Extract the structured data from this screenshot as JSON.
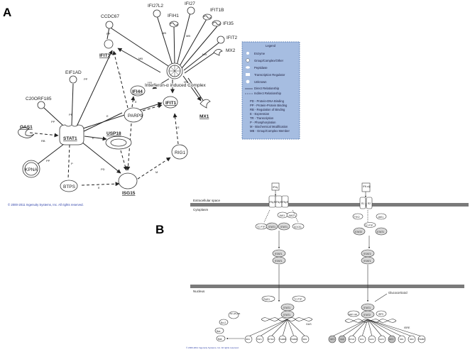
{
  "panels": {
    "a": "A",
    "b": "B"
  },
  "panel_a": {
    "nodes": {
      "ccdc67": "CCDC67",
      "ifi27l2": "IFI27L2",
      "ifi27": "IFI27",
      "ifih1": "IFIH1",
      "ifit1b": "IFIT1B",
      "ifi35": "IFI35",
      "ifit2": "IFIT2",
      "mx2": "MX2",
      "ifit3": "IFIT3",
      "interferon_complex": "Interferon-α induced Complex",
      "eif1ad": "EIF1AD",
      "ifi44": "IFI44",
      "ifit1": "IFIT1",
      "mx1": "MX1",
      "c20orf185": "C20ORF185",
      "oas1": "OAS1",
      "parp9": "PARP9",
      "usp18": "USP18",
      "stat1": "STAT1",
      "kpna": "KPNA",
      "btps": "BTPS",
      "isg15": "ISG15",
      "rig1": "RIG1"
    },
    "edge_labels": {
      "pp": "PP",
      "mb": "MB",
      "e": "E",
      "m": "M",
      "pd": "PD",
      "p": "P",
      "rb": "RB",
      "stat1_multi": "PP, RB, TR"
    },
    "legend": {
      "title": "Legend",
      "items": [
        "Enzyme",
        "Group/Complex/Other",
        "Peptidase",
        "Transcription Regulator",
        "Unknown",
        "Direct Relationship",
        "Indirect Relationship"
      ],
      "abbreviations": [
        "PD - Protein-DNA Binding",
        "PP - Protein-Protein Binding",
        "RB - Regulation of Binding",
        "E - Expression",
        "TR - Transcription",
        "P - Phosphorylation",
        "M - Biochemical Modification",
        "MB - Group/Complex Member"
      ]
    },
    "copyright": "© 2000-2011 Ingenuity Systems, Inc. All rights reserved."
  },
  "panel_b": {
    "regions": {
      "extracellular": "Extracellular space",
      "cytoplasm": "Cytoplasm",
      "nucleus": "Nucleus"
    },
    "nodes": {
      "ifng": "IFNγ",
      "ifng_r": "IFNγR",
      "jak1": "JAK1",
      "jak2": "JAK2",
      "stat1": "STAT1",
      "tc_ptp": "TC PTP",
      "socs1": "SOCS1",
      "ifn_ab": "IFN α/β",
      "tyk2": "TYK2",
      "stat2": "STAT2",
      "pias1": "PIAS1",
      "glucocorticoid": "Glucocorticoid",
      "irf9": "IRF9",
      "srp_isf": "SRP 138",
      "nfkb": "NF-κB p65",
      "bcl2": "Bcl-2",
      "bax": "Bax",
      "bak": "Bak",
      "gas": "GAS",
      "isre": "ISRE",
      "r1": "R1",
      "r2": "R2"
    },
    "gas_targets": [
      "IRF1",
      "TAP1",
      "IFITM1",
      "PSMB8",
      "PSMB9",
      "IRF9"
    ],
    "isre_targets": [
      "IFIT1",
      "OAS",
      "IFITM1",
      "MX1",
      "G1P2",
      "G1P3",
      "IFIT3",
      "IRF1",
      "IRF9",
      "PSMB8"
    ],
    "footer": "© 2000-2011 Ingenuity Systems, Inc. All rights reserved."
  }
}
